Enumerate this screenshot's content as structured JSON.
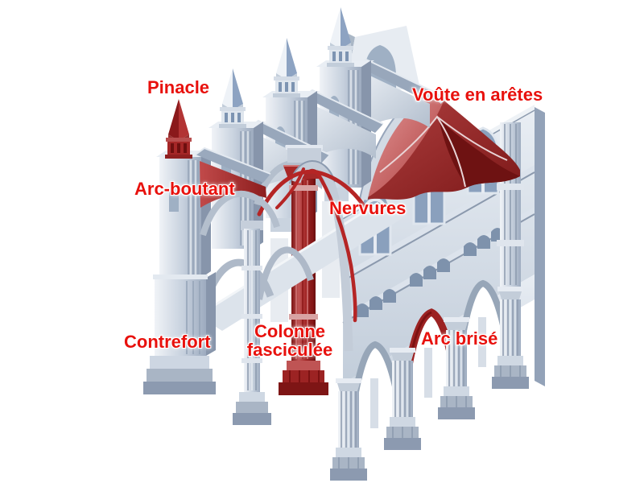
{
  "diagram": {
    "labels": {
      "pinacle": "Pinacle",
      "voute_en_aretes": "Voûte en arêtes",
      "arc_boutant": "Arc-boutant",
      "nervures": "Nervures",
      "colonne_line1": "Colonne",
      "colonne_line2": "fasciculée",
      "contrefort": "Contrefort",
      "arc_brise": "Arc brisé"
    },
    "colors": {
      "label_red": "#e8110d",
      "highlight_red": "#a62323",
      "highlight_red_dark": "#7a1414",
      "structure_light": "#eef1f6",
      "structure_mid": "#b6c1d0",
      "structure_shadow": "#7f8da3",
      "background": "#ffffff"
    }
  }
}
